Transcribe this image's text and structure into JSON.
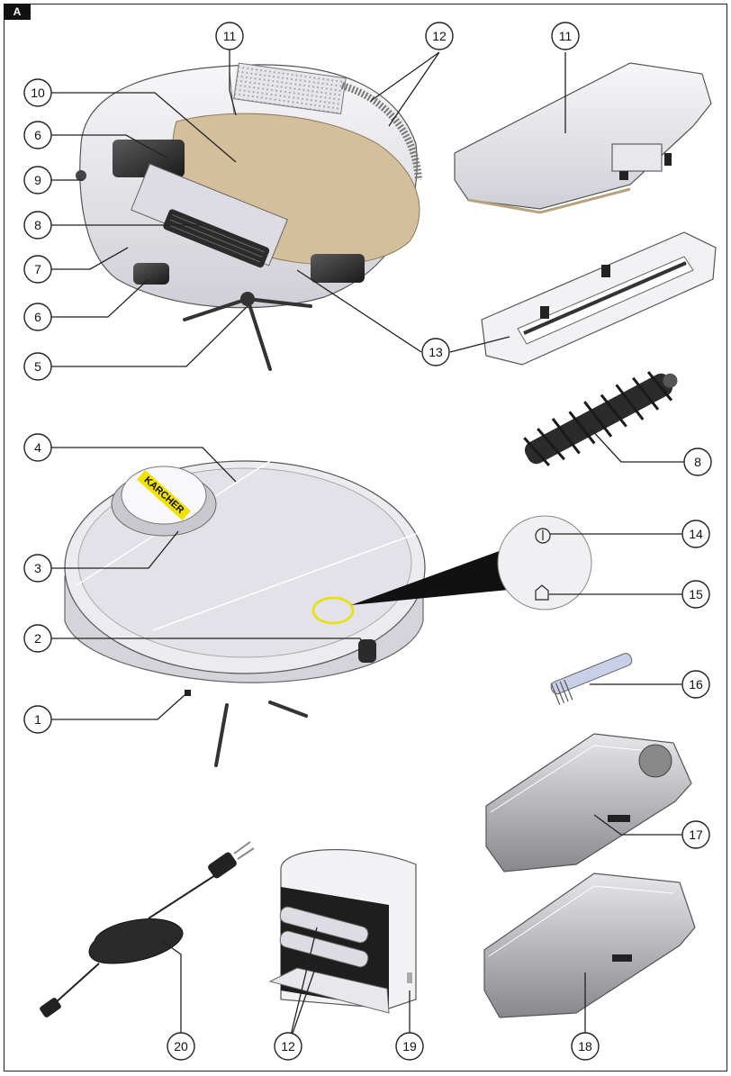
{
  "figure_tag": "A",
  "logo_text": "KARCHER",
  "callouts": {
    "n1": "1",
    "n2": "2",
    "n3": "3",
    "n4": "4",
    "n5": "5",
    "n6a": "6",
    "n6b": "6",
    "n7": "7",
    "n8a": "8",
    "n8b": "8",
    "n9": "9",
    "n10": "10",
    "n11a": "11",
    "n11b": "11",
    "n12a": "12",
    "n12b": "12",
    "n13": "13",
    "n14": "14",
    "n15": "15",
    "n16": "16",
    "n17": "17",
    "n18": "18",
    "n19": "19",
    "n20": "20"
  },
  "colors": {
    "mop_pad": "#d4bf9c",
    "logo_yellow": "#f2e200",
    "highlight_ring": "#e8e000",
    "body_grey": "#ececf0",
    "dark_part": "#2b2b2b"
  }
}
